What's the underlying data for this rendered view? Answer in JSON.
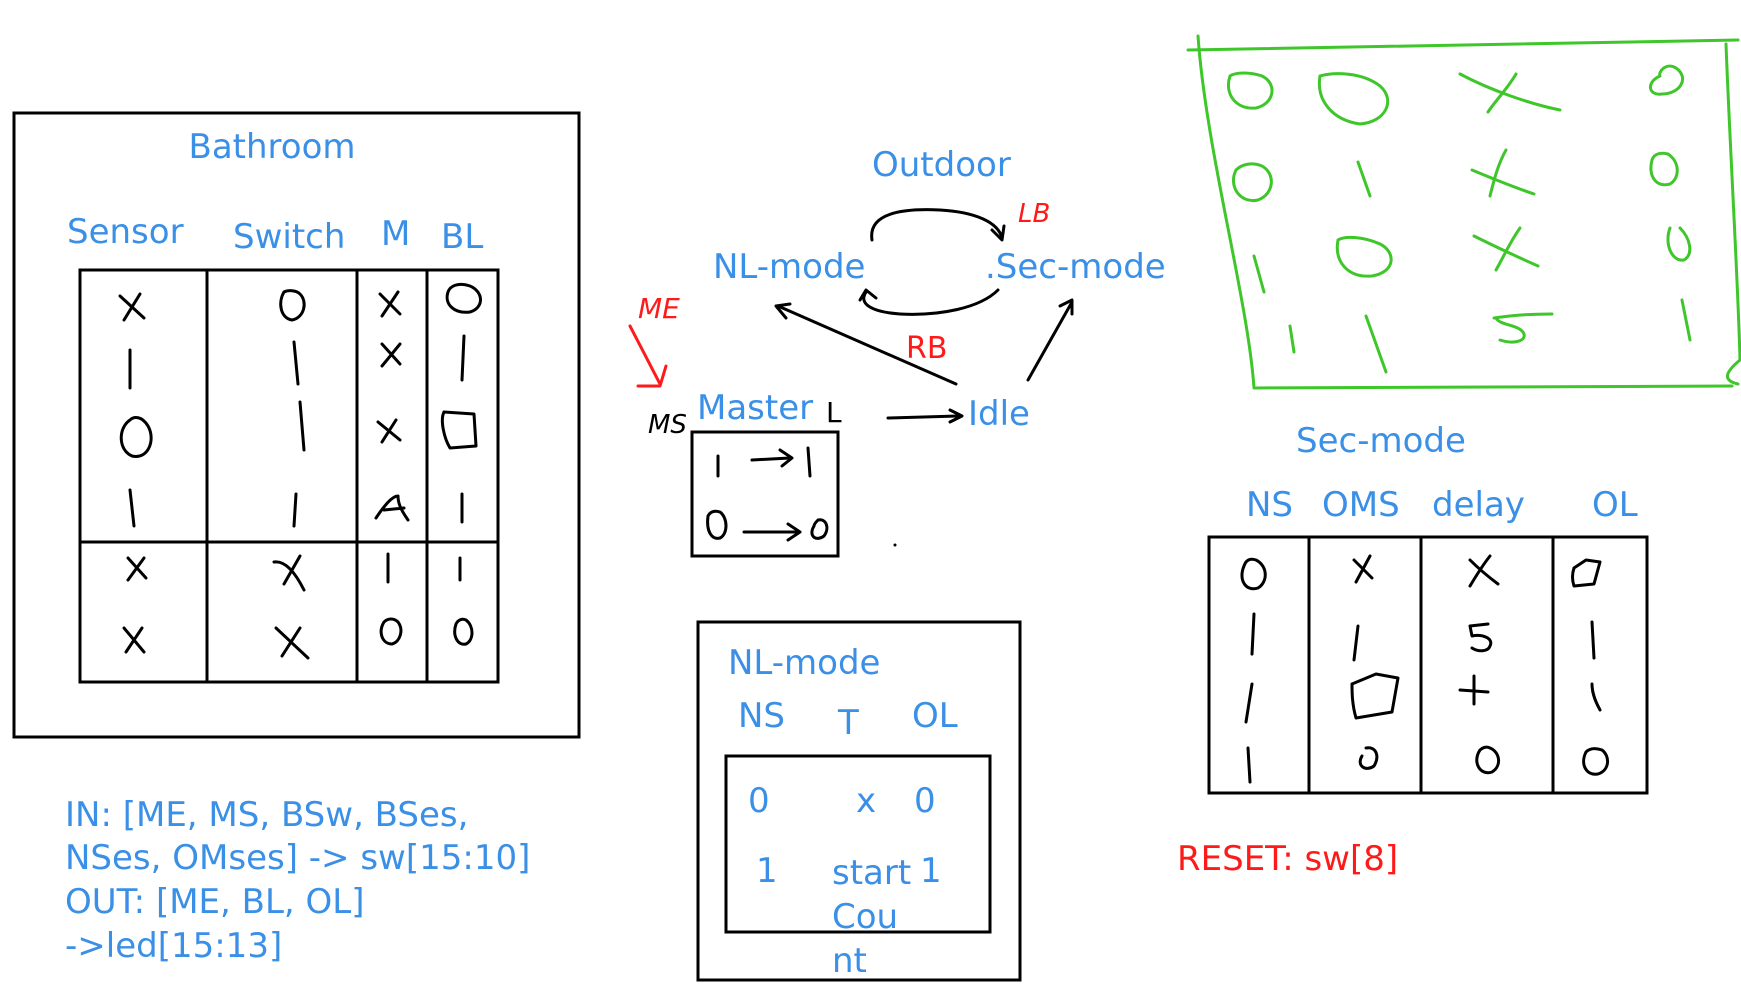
{
  "bathroom": {
    "title": "Bathroom",
    "headers": [
      "Sensor",
      "Switch",
      "M",
      "BL"
    ]
  },
  "io": {
    "lines": [
      "IN: [ME, MS, BSw, BSes,",
      "NSes, OMses] -> sw[15:10]",
      "OUT: [ME, BL, OL]",
      "->led[15:13]"
    ]
  },
  "fsm": {
    "outdoor": "Outdoor",
    "nl_mode": "NL-mode",
    "sec_mode": ".Sec-mode",
    "master": "Master",
    "idle": "Idle",
    "lb": "LB",
    "rb": "RB",
    "me": "ME",
    "ms": "MS",
    "l": "L"
  },
  "nl_table": {
    "title": "NL-mode",
    "headers": [
      "NS",
      "T",
      "OL"
    ],
    "rows": [
      [
        "0",
        "x",
        "0"
      ],
      [
        "1",
        "start Cou nt",
        "1"
      ]
    ],
    "start_lines": [
      "start",
      "Cou",
      "nt"
    ]
  },
  "sec_table": {
    "title": "Sec-mode",
    "headers": [
      "NS",
      "OMS",
      "delay",
      "OL"
    ]
  },
  "reset": "RESET: sw[8]",
  "colors": {
    "text_blue": "#3a8fe6",
    "annotation_red": "#ff1a1a",
    "sketch_green": "#3ec62a",
    "ink": "#000000"
  }
}
